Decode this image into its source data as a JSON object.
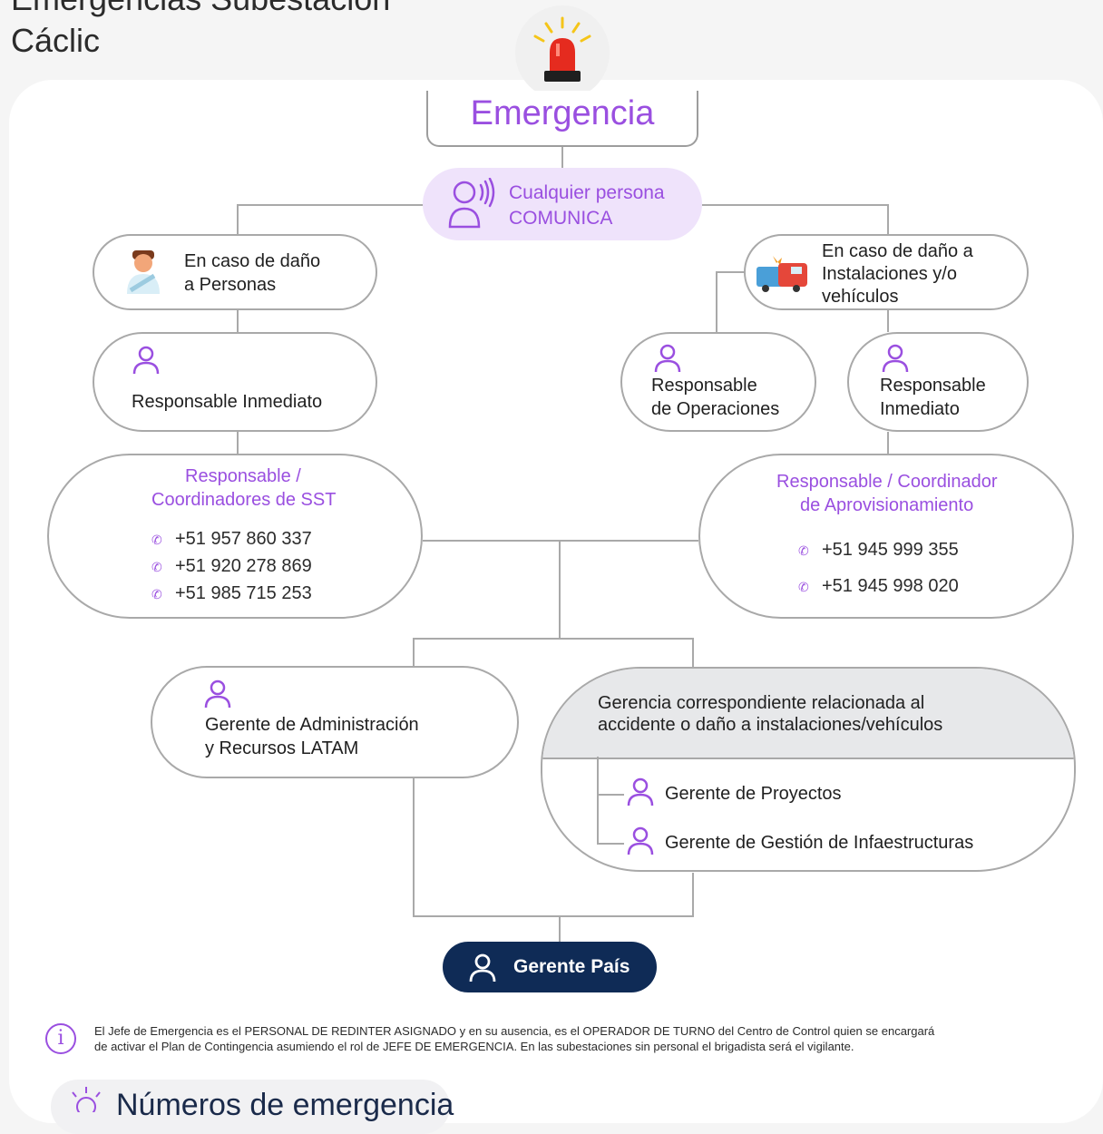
{
  "page": {
    "title_line1": "Emergencias Subestación",
    "title_line2": "Cáclic"
  },
  "emergency": {
    "title": "Emergencia"
  },
  "communicate": {
    "line1": "Cualquier persona",
    "line2": "COMUNICA"
  },
  "left_branch": {
    "case_line1": "En caso de daño",
    "case_line2": "a Personas",
    "responsible": "Responsable Inmediato",
    "sst_title_line1": "Responsable /",
    "sst_title_line2": "Coordinadores de SST",
    "phones": [
      "+51 957 860 337",
      "+51 920 278 869",
      "+51 985 715 253"
    ]
  },
  "right_branch": {
    "case_line1": "En caso de daño a",
    "case_line2": "Instalaciones y/o",
    "case_line3": "vehículos",
    "ops_line1": "Responsable",
    "ops_line2": "de Operaciones",
    "imm_line1": "Responsable",
    "imm_line2": "Inmediato",
    "prov_title_line1": "Responsable / Coordinador",
    "prov_title_line2": "de Aprovisionamiento",
    "phones": [
      "+51 945 999 355",
      "+51 945 998 020"
    ]
  },
  "admin_manager": {
    "line1": "Gerente de Administración",
    "line2": "y Recursos LATAM"
  },
  "related_management": {
    "title_line1": "Gerencia correspondiente relacionada al",
    "title_line2": "accidente o daño a instalaciones/vehículos",
    "items": [
      "Gerente de Proyectos",
      "Gerente de Gestión de Infaestructuras"
    ]
  },
  "country_manager": {
    "label": "Gerente País"
  },
  "note": {
    "line1": "El Jefe de Emergencia es el PERSONAL DE REDINTER ASIGNADO y en su ausencia, es el OPERADOR DE TURNO del Centro de Control quien se encargará",
    "line2": "de activar el Plan de Contingencia asumiendo el rol de JEFE DE EMERGENCIA. En las subestaciones sin personal el brigadista será el vigilante."
  },
  "bottom": {
    "label": "Números de emergencia"
  },
  "colors": {
    "accent": "#9a4fe0",
    "navy": "#0f2b56",
    "border": "#a9a9a9",
    "communicate_bg": "#efe3fb"
  },
  "icons": [
    "siren-icon",
    "person-alert-icon",
    "injured-person-icon",
    "damaged-vehicle-icon",
    "person-icon",
    "phone-icon",
    "info-icon",
    "sun-icon"
  ]
}
